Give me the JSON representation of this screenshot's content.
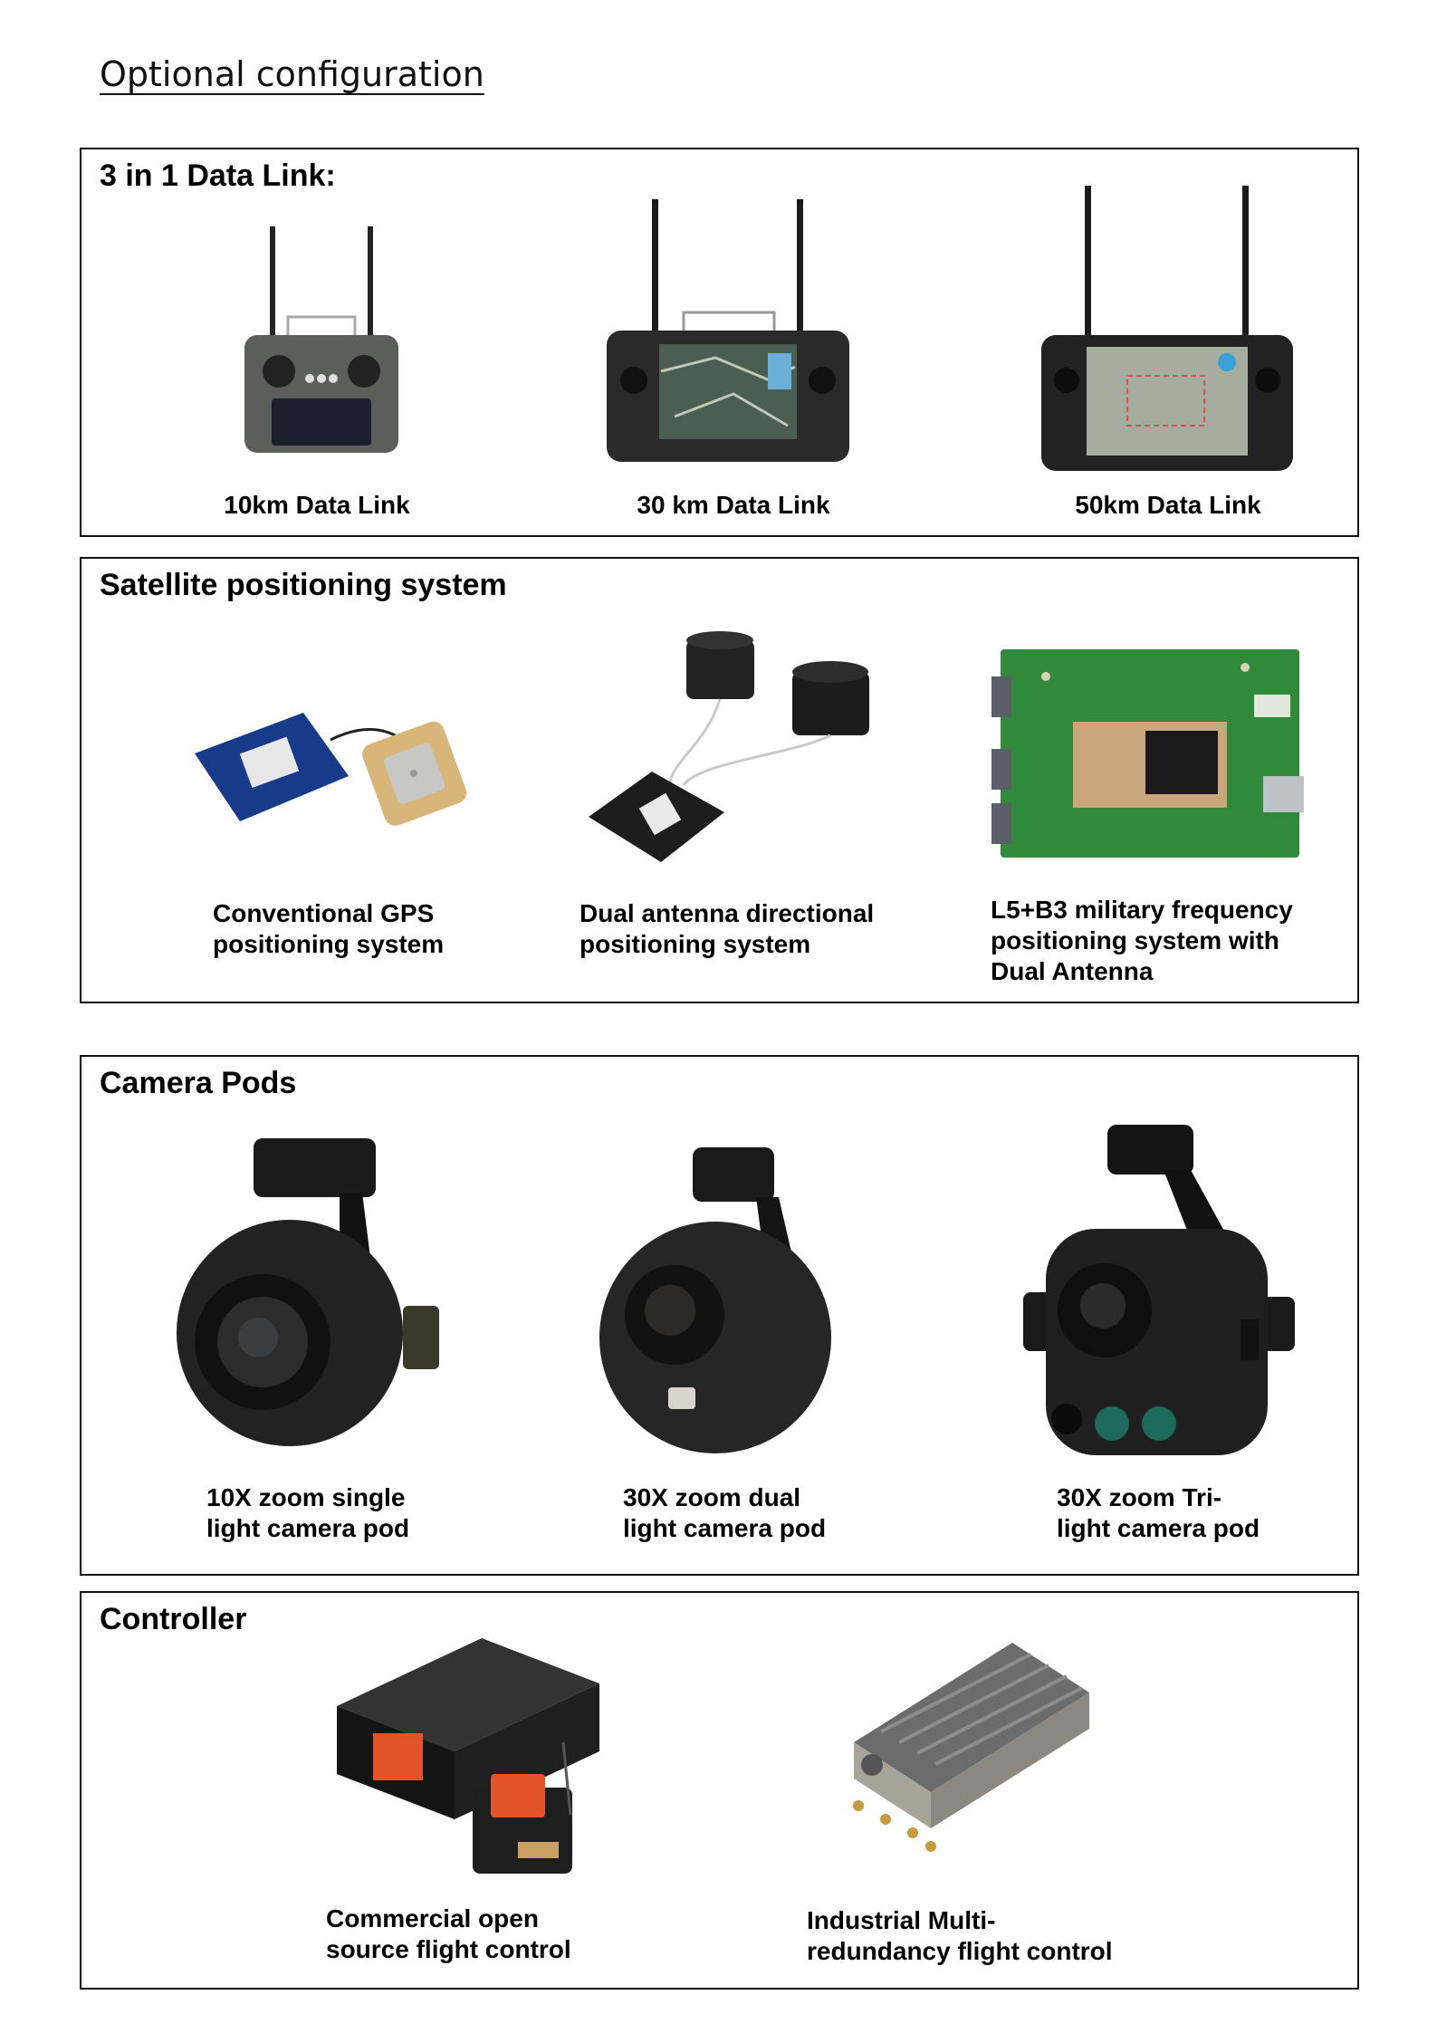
{
  "page_title": "Optional configuration",
  "sections": [
    {
      "title": "3 in 1 Data Link:",
      "items": [
        {
          "caption": "10km Data Link",
          "icon": "handheld-controller-small"
        },
        {
          "caption": "30 km Data Link",
          "icon": "handheld-controller-map"
        },
        {
          "caption": "50km Data Link",
          "icon": "handheld-controller-large"
        }
      ]
    },
    {
      "title": "Satellite positioning system",
      "items": [
        {
          "caption": "Conventional GPS\npositioning system",
          "icon": "gps-module"
        },
        {
          "caption": "Dual antenna directional\npositioning system",
          "icon": "dual-antenna-module"
        },
        {
          "caption": "L5+B3 military frequency\npositioning system with\nDual Antenna",
          "icon": "circuit-board"
        }
      ]
    },
    {
      "title": "Camera Pods",
      "items": [
        {
          "caption": "10X zoom single\nlight camera pod",
          "icon": "camera-pod-single"
        },
        {
          "caption": "30X zoom dual\nlight camera pod",
          "icon": "camera-pod-dual"
        },
        {
          "caption": "30X zoom Tri-\nlight camera pod",
          "icon": "camera-pod-tri"
        }
      ]
    },
    {
      "title": "Controller",
      "items": [
        {
          "caption": "Commercial open\nsource flight control",
          "icon": "flight-controller-box"
        },
        {
          "caption": "Industrial Multi-\nredundancy flight control",
          "icon": "industrial-controller"
        }
      ]
    }
  ],
  "colors": {
    "border": "#111111",
    "pcb_green": "#2f8a3a",
    "orange": "#e2542a"
  }
}
